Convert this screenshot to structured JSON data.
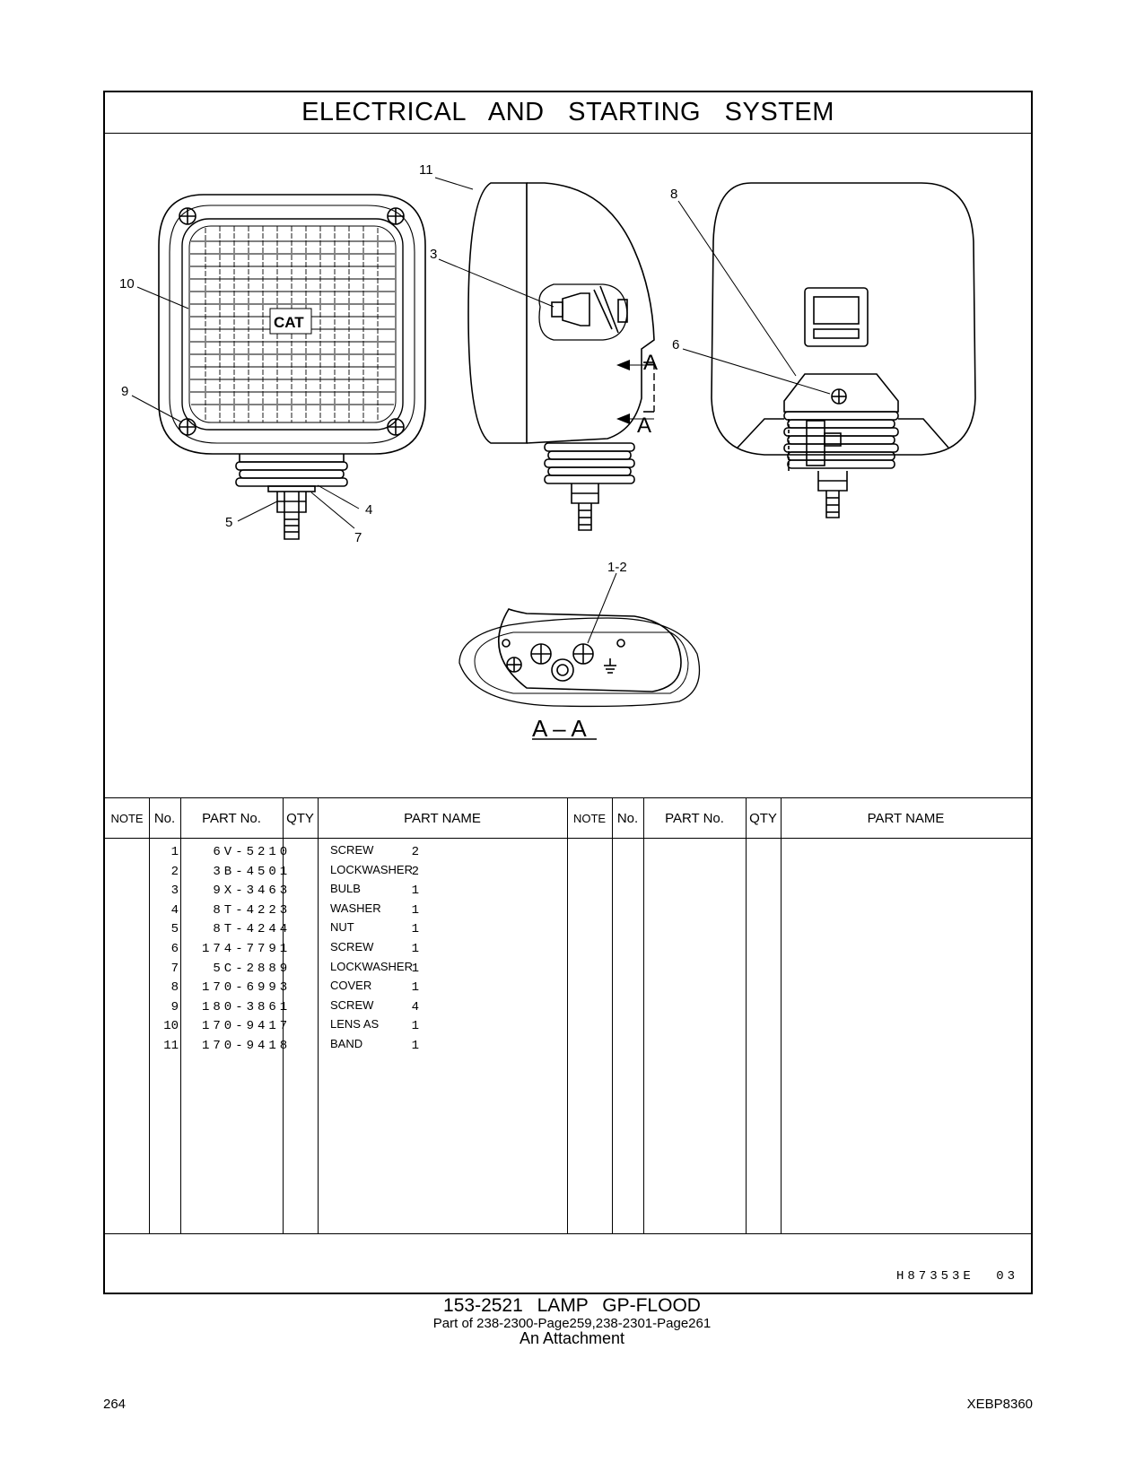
{
  "title": "ELECTRICAL AND STARTING SYSTEM",
  "callouts": {
    "c11": "11",
    "c8": "8",
    "c3": "3",
    "c10": "10",
    "c6": "6",
    "c9": "9",
    "c4": "4",
    "c5": "5",
    "c7": "7",
    "c12": "1-2",
    "section_a_top": "A",
    "section_a_bottom": "A",
    "section_view": "A – A",
    "logo": "CAT"
  },
  "table": {
    "headers": {
      "note": "NOTE",
      "no": "No.",
      "part_no": "PART No.",
      "qty": "QTY",
      "part_name": "PART NAME"
    },
    "rows": [
      {
        "no": "1",
        "part_no": " 6V-5210",
        "qty": "2",
        "name": "SCREW"
      },
      {
        "no": "2",
        "part_no": " 3B-4501",
        "qty": "2",
        "name": "LOCKWASHER"
      },
      {
        "no": "3",
        "part_no": " 9X-3463",
        "qty": "1",
        "name": "BULB"
      },
      {
        "no": "4",
        "part_no": " 8T-4223",
        "qty": "1",
        "name": "WASHER"
      },
      {
        "no": "5",
        "part_no": " 8T-4244",
        "qty": "1",
        "name": "NUT"
      },
      {
        "no": "6",
        "part_no": "174-7791",
        "qty": "1",
        "name": "SCREW"
      },
      {
        "no": "7",
        "part_no": " 5C-2889",
        "qty": "1",
        "name": "LOCKWASHER"
      },
      {
        "no": "8",
        "part_no": "170-6993",
        "qty": "1",
        "name": "COVER"
      },
      {
        "no": "9",
        "part_no": "180-3861",
        "qty": "4",
        "name": "SCREW"
      },
      {
        "no": "10",
        "part_no": "170-9417",
        "qty": "1",
        "name": "LENS AS"
      },
      {
        "no": "11",
        "part_no": "170-9418",
        "qty": "1",
        "name": "BAND"
      }
    ]
  },
  "illustration_code": "H87353E 03",
  "caption": {
    "line1": "153-2521 LAMP GP-FLOOD",
    "line2": "Part of 238-2300-Page259,238-2301-Page261",
    "line3": "An Attachment"
  },
  "page_number": "264",
  "doc_code": "XEBP8360"
}
